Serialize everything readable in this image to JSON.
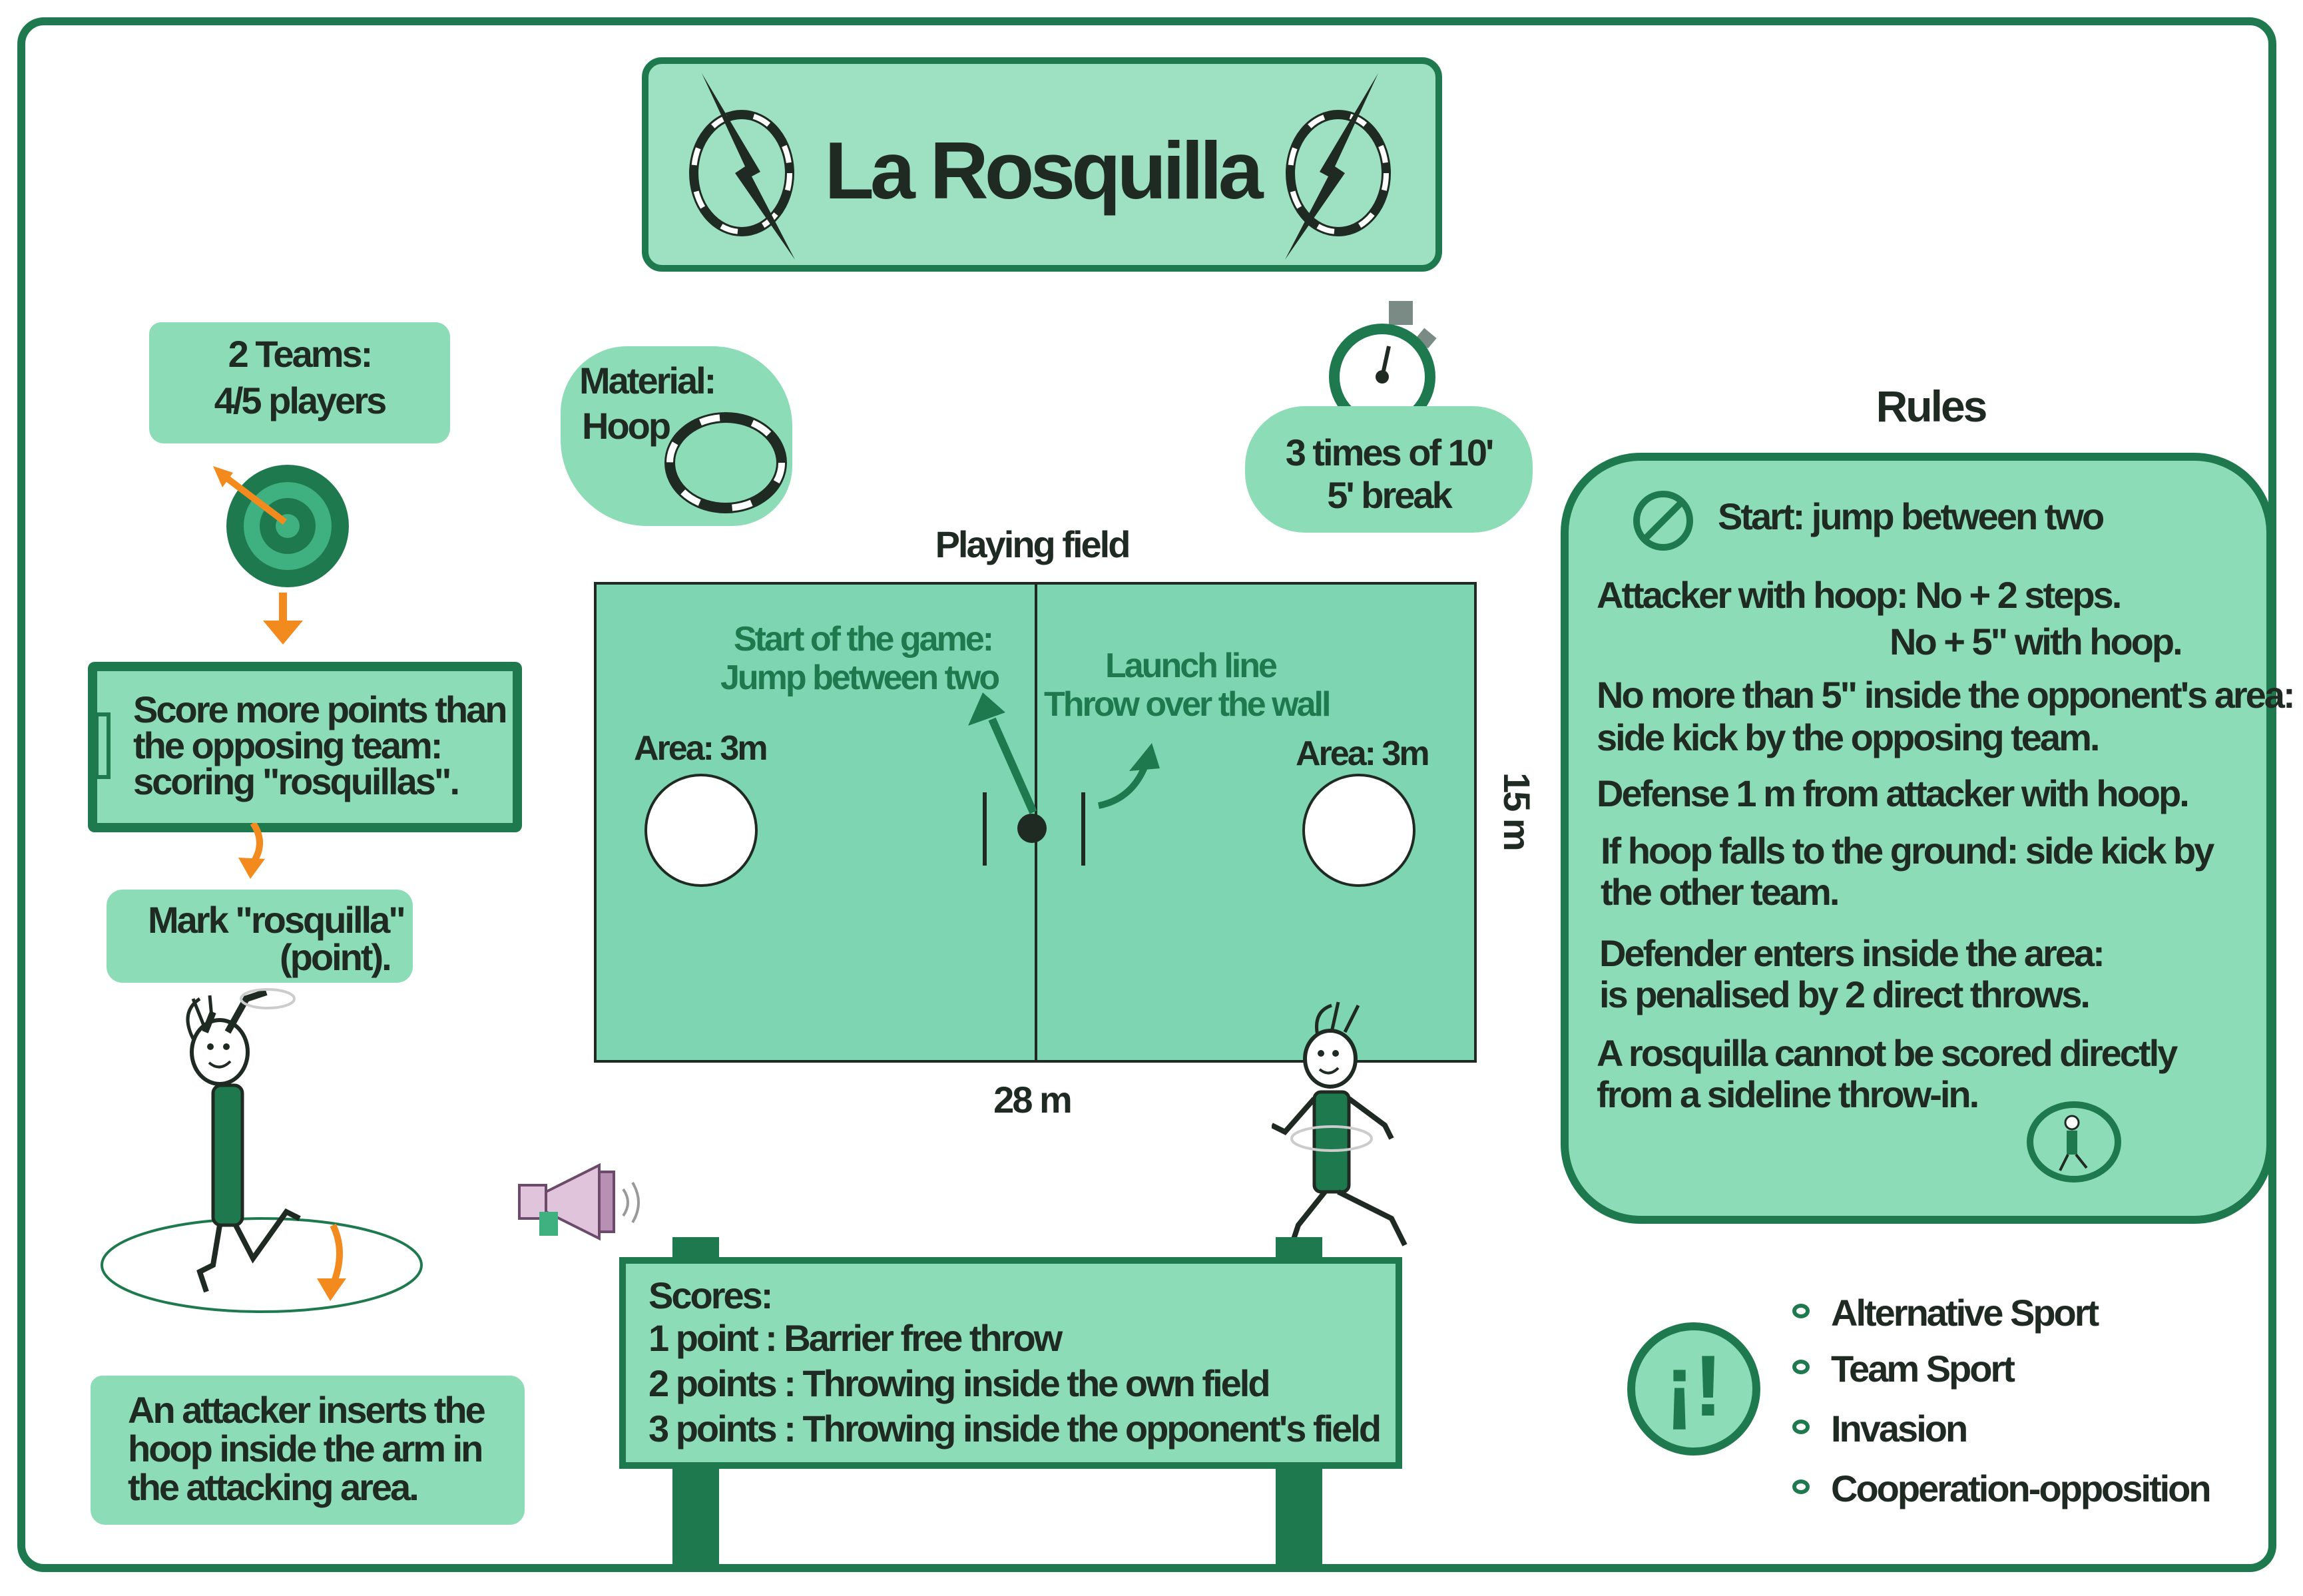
{
  "title": "La Rosquilla",
  "teams": {
    "line1": "2 Teams:",
    "line2": "4/5 players"
  },
  "material": {
    "line1": "Material:",
    "line2": "Hoop"
  },
  "time": {
    "line1": "3 times of 10'",
    "line2": "5' break"
  },
  "objective": {
    "line1": "Score more points  than",
    "line2": "the opposing team:",
    "line3": "scoring \"rosquillas\"."
  },
  "mark": {
    "line1": "Mark \"rosquilla\"",
    "line2": "(point)."
  },
  "attacker_note": {
    "line1": "An attacker inserts the",
    "line2": "hoop inside the arm in",
    "line3": "the attacking area."
  },
  "field": {
    "title": "Playing field",
    "start_line1": "Start of the game:",
    "start_line2": "Jump between two",
    "launch_line1": "Launch line",
    "launch_line2": "Throw over the wall",
    "area_left": "Area: 3m",
    "area_right": "Area: 3m",
    "width_label": "28 m",
    "height_label": "15 m"
  },
  "scores": {
    "heading": "Scores:",
    "items": [
      "1 point : Barrier free throw",
      "2 points : Throwing inside the own field",
      "3 points : Throwing inside the opponent's field"
    ]
  },
  "rules": {
    "heading": "Rules",
    "start": "Start: jump between two",
    "items": [
      {
        "line1": "Attacker with hoop: No + 2 steps.",
        "line2": "No + 5\" with hoop."
      },
      {
        "line1": "No more than 5\" inside the opponent's area:",
        "line2": "side kick by the opposing team."
      },
      {
        "line1": "Defense 1 m from attacker with hoop.",
        "line2": ""
      },
      {
        "line1": "If hoop falls to the ground: side kick by",
        "line2": "the other team."
      },
      {
        "line1": "Defender enters inside the area:",
        "line2": "is penalised by 2 direct throws."
      },
      {
        "line1": "A rosquilla cannot be scored directly",
        "line2": "from a sideline throw-in."
      }
    ]
  },
  "classification": [
    "Alternative Sport",
    "Team Sport",
    "Invasion",
    "Cooperation-opposition"
  ],
  "info_icon_text": "¡!",
  "colors": {
    "mint": "#8ddcb8",
    "dark_green": "#1e7a4e",
    "field": "#7dd6b1",
    "orange": "#f28a1e"
  }
}
